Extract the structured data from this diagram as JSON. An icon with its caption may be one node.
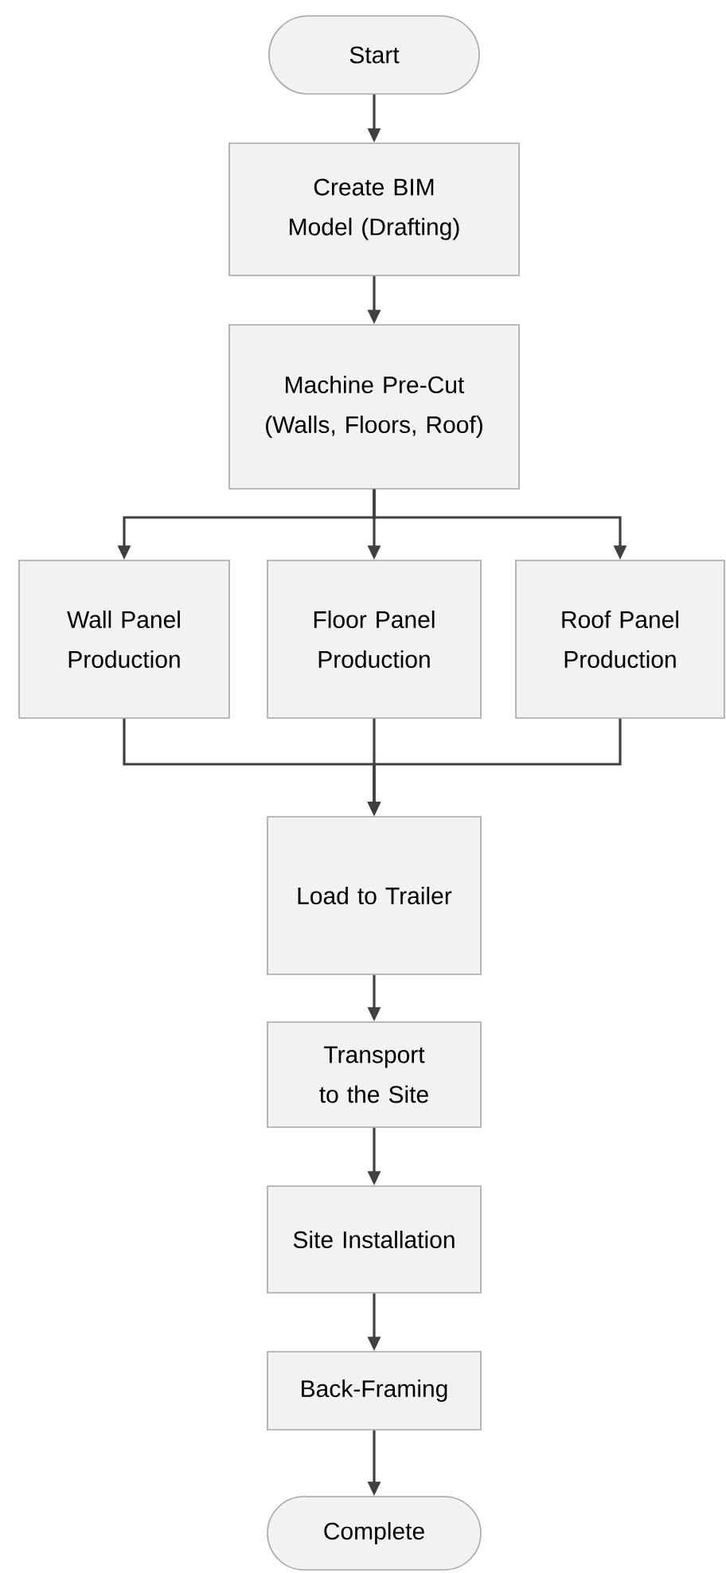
{
  "diagram": {
    "nodes": [
      {
        "text": [
          "Start"
        ]
      },
      {
        "text": [
          "Create BIM Model (Drafting)"
        ]
      },
      {
        "text": [
          "Machine Pre-Cut (Walls, Floors, Roof)"
        ]
      },
      {
        "text": [
          "Wall Panel Production"
        ]
      },
      {
        "text": [
          "Floor Panel Production"
        ]
      },
      {
        "text": [
          "Roof Panel Production"
        ]
      },
      {
        "text": [
          "Load to Trailer"
        ]
      },
      {
        "text": [
          "Transport to the Site"
        ]
      },
      {
        "text": [
          "Site Installation"
        ]
      },
      {
        "text": [
          "Back-Framing"
        ]
      },
      {
        "text": [
          "Complete"
        ]
      }
    ],
    "edges": [
      {
        "from": 0,
        "to": 1,
        "arrow": "to"
      },
      {
        "from": 1,
        "to": 2,
        "arrow": "to"
      },
      {
        "from": 2,
        "to": 3,
        "arrow": "to"
      },
      {
        "from": 2,
        "to": 4,
        "arrow": "to"
      },
      {
        "from": 2,
        "to": 5,
        "arrow": "to"
      },
      {
        "from": 3,
        "to": 6,
        "arrow": "to"
      },
      {
        "from": 4,
        "to": 6,
        "arrow": "to"
      },
      {
        "from": 5,
        "to": 6,
        "arrow": "to"
      },
      {
        "from": 6,
        "to": 7,
        "arrow": "to"
      },
      {
        "from": 7,
        "to": 8,
        "arrow": "to"
      },
      {
        "from": 8,
        "to": 9,
        "arrow": "to"
      },
      {
        "from": 9,
        "to": 10,
        "arrow": "to"
      }
    ]
  }
}
